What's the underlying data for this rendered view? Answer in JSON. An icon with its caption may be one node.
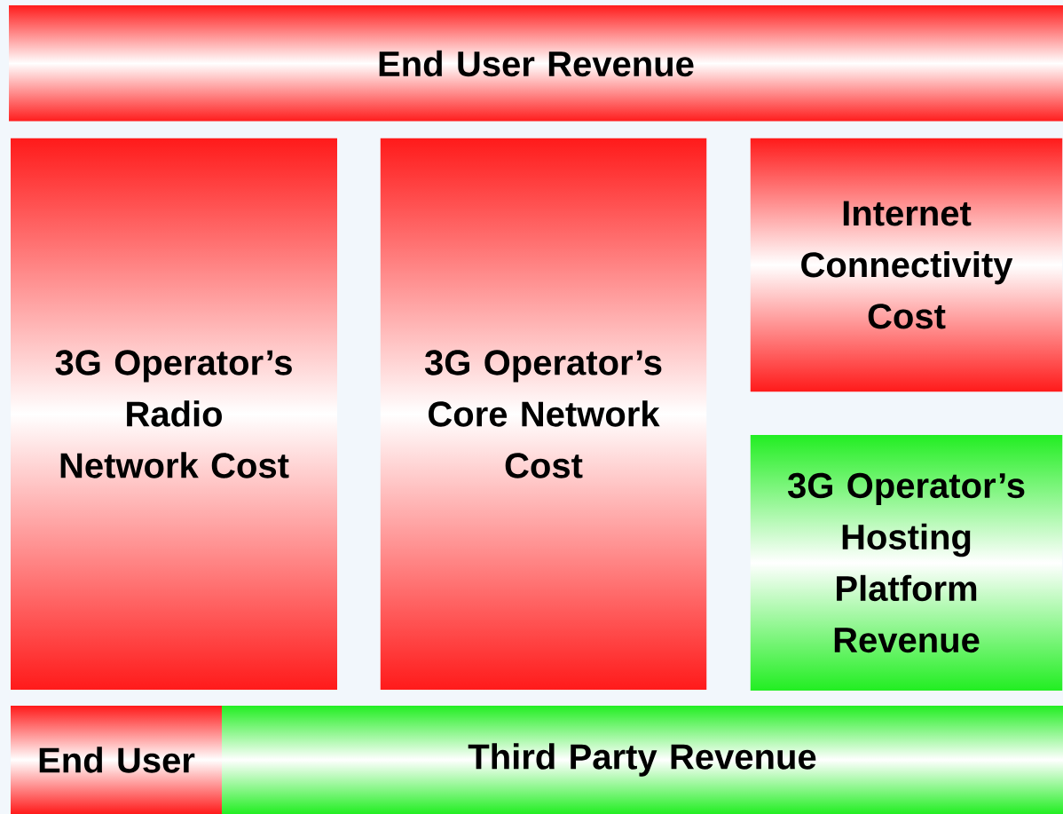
{
  "diagram": {
    "nodes": [
      {
        "text": [
          "End User Revenue"
        ]
      },
      {
        "text": [
          "3G Operator’s Radio Network Cost"
        ]
      },
      {
        "text": [
          "3G Operator’s Core Network Cost"
        ]
      },
      {
        "text": [
          "Internet Connectivity Cost"
        ]
      },
      {
        "text": [
          "3G Operator’s Hosting Platform Revenue"
        ]
      },
      {
        "text": [
          "End User"
        ]
      },
      {
        "text": [
          "Third Party Revenue"
        ]
      }
    ]
  }
}
